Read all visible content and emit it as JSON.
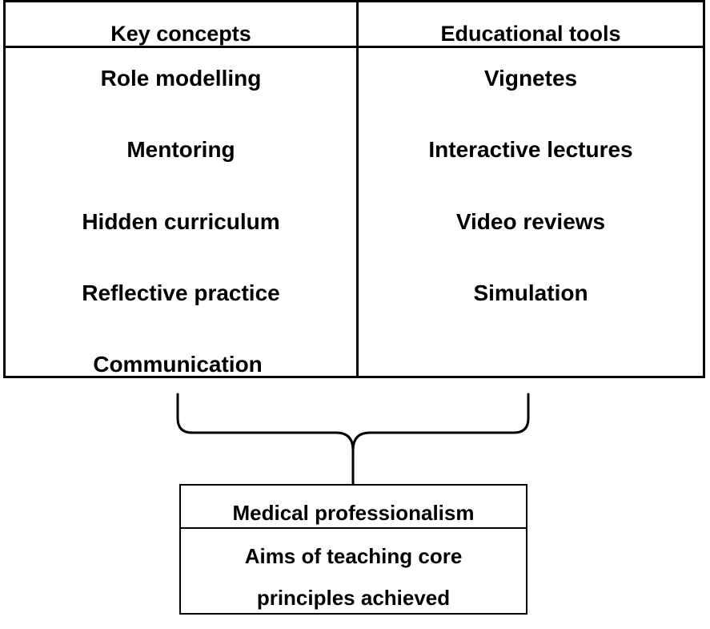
{
  "table": {
    "left_header": "Key concepts",
    "right_header": "Educational tools",
    "key_concepts": [
      "Role modelling",
      "Mentoring",
      "Hidden curriculum",
      "Reflective practice",
      "Communication"
    ],
    "educational_tools": [
      "Vignetes",
      "Interactive lectures",
      "Video reviews",
      "Simulation"
    ]
  },
  "result_box": {
    "title": "Medical professionalism",
    "line_1": "Aims of teaching core",
    "line_2": "principles achieved"
  }
}
